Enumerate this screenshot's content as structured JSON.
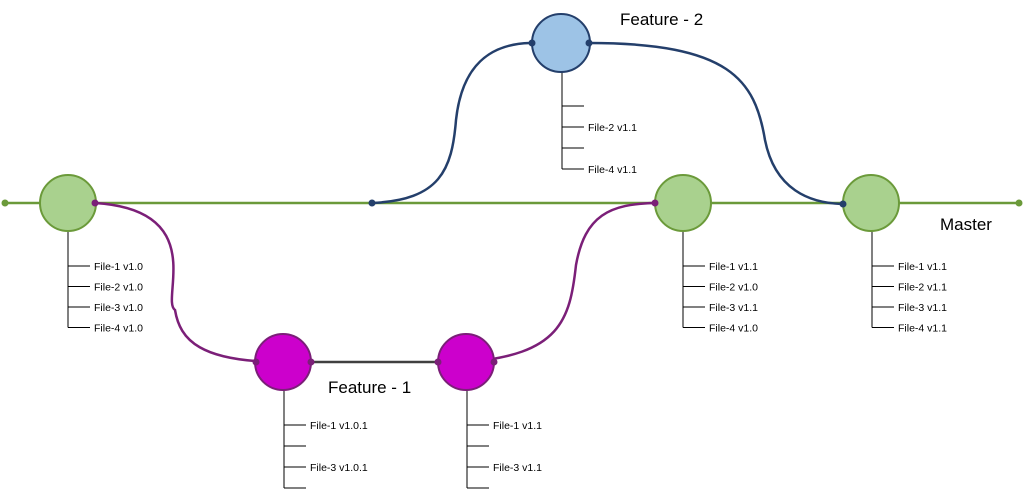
{
  "colors": {
    "master": "#6b9a3a",
    "master_fill": "#a9d18e",
    "feature1": "#7b1f78",
    "feature1_fill": "#cc00cc",
    "feature2": "#243f6b",
    "feature2_fill": "#9dc3e6",
    "connector": "#404040",
    "tick": "#000000"
  },
  "labels": {
    "master": "Master",
    "feature1": "Feature - 1",
    "feature2": "Feature - 2"
  },
  "commits": [
    {
      "id": "master-1",
      "branch": "master",
      "files": [
        "File-1 v1.0",
        "File-2 v1.0",
        "File-3 v1.0",
        "File-4 v1.0"
      ]
    },
    {
      "id": "feature1-1",
      "branch": "feature1",
      "files": [
        "File-1 v1.0.1",
        "",
        "File-3 v1.0.1",
        ""
      ]
    },
    {
      "id": "feature1-2",
      "branch": "feature1",
      "files": [
        "File-1 v1.1",
        "",
        "File-3 v1.1",
        ""
      ]
    },
    {
      "id": "feature2-1",
      "branch": "feature2",
      "files": [
        "",
        "File-2 v1.1",
        "",
        "File-4 v1.1"
      ]
    },
    {
      "id": "master-2",
      "branch": "master",
      "files": [
        "File-1 v1.1",
        "File-2 v1.0",
        "File-3 v1.1",
        "File-4 v1.0"
      ]
    },
    {
      "id": "master-3",
      "branch": "master",
      "files": [
        "File-1 v1.1",
        "File-2 v1.1",
        "File-3 v1.1",
        "File-4 v1.1"
      ]
    }
  ]
}
